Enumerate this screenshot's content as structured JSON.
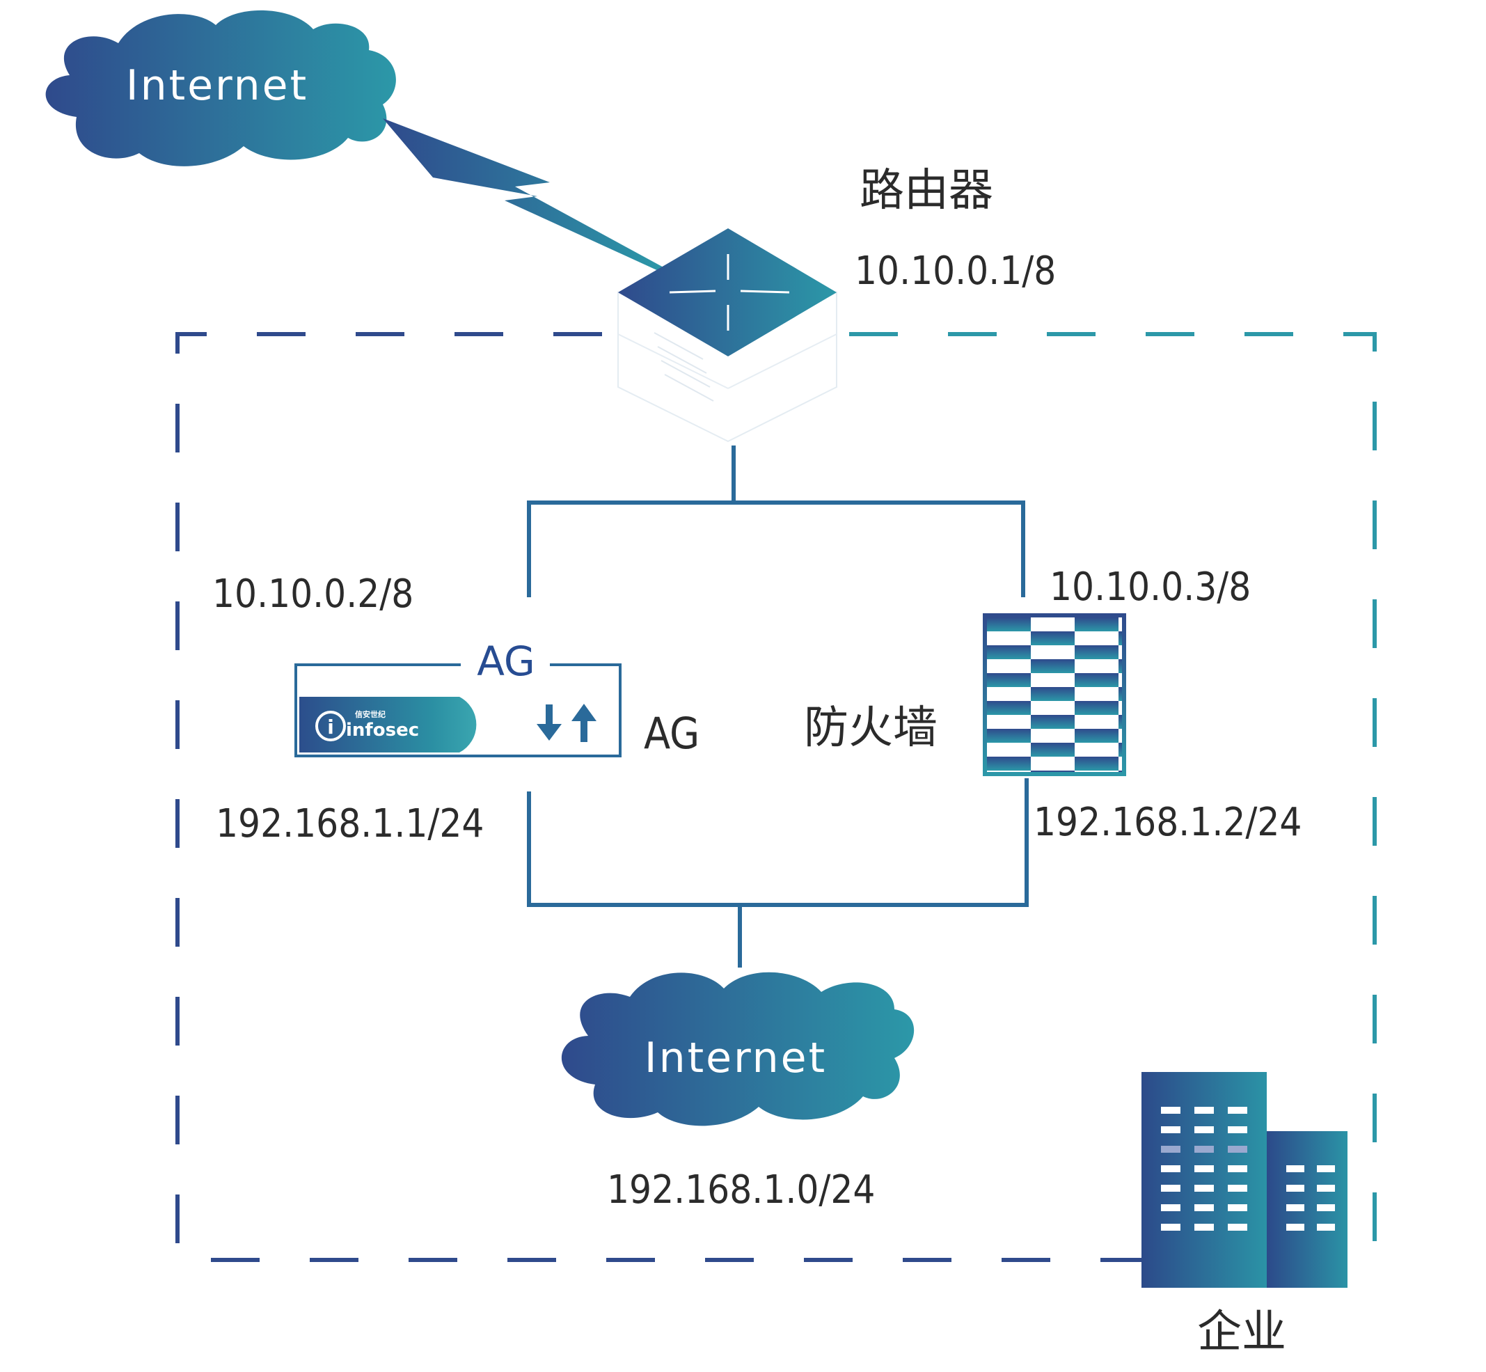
{
  "clouds": {
    "top": {
      "label": "Internet"
    },
    "bottom": {
      "label": "Internet",
      "subnet": "192.168.1.0/24"
    }
  },
  "router": {
    "name": "路由器",
    "ip": "10.10.0.1/8"
  },
  "ag": {
    "box_label": "AG",
    "side_label": "AG",
    "wan_ip": "10.10.0.2/8",
    "lan_ip": "192.168.1.1/24",
    "brand_logo": "infosec",
    "brand_logo_cn": "信安世纪",
    "traffic_icon": "up-down-arrows-icon"
  },
  "firewall": {
    "name": "防火墙",
    "wan_ip": "10.10.0.3/8",
    "lan_ip": "192.168.1.2/24"
  },
  "enterprise": {
    "name": "企业"
  },
  "colors": {
    "gradient_start": "#2f4a8c",
    "gradient_end": "#2c98a8",
    "line": "#2a6a9a",
    "dash_left": "#2f4a8c",
    "dash_right": "#2c98a8"
  }
}
